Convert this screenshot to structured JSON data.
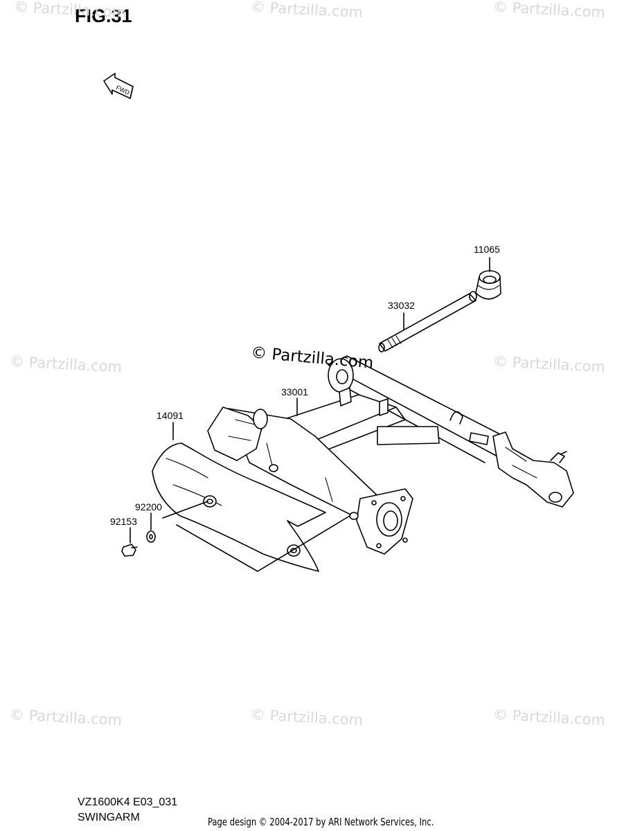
{
  "figure": {
    "title": "FIG.31"
  },
  "fwd_arrow": {
    "label": "FWD"
  },
  "watermarks": [
    "© Partzilla.com",
    "© Partzilla.com",
    "© Partzilla.com",
    "© Partzilla.com",
    "© Partzilla.com",
    "© Partzilla.com",
    "© Partzilla.com",
    "© Partzilla.com",
    "© Partzilla.com"
  ],
  "center_watermark": "© Partzilla.com",
  "parts": [
    {
      "number": "11065"
    },
    {
      "number": "33032"
    },
    {
      "number": "33001"
    },
    {
      "number": "14091"
    },
    {
      "number": "92200"
    },
    {
      "number": "92153"
    }
  ],
  "footer": {
    "model_code": "VZ1600K4 E03_031",
    "section_name": "SWINGARM",
    "copyright": "Page design © 2004-2017 by ARI Network Services, Inc."
  }
}
